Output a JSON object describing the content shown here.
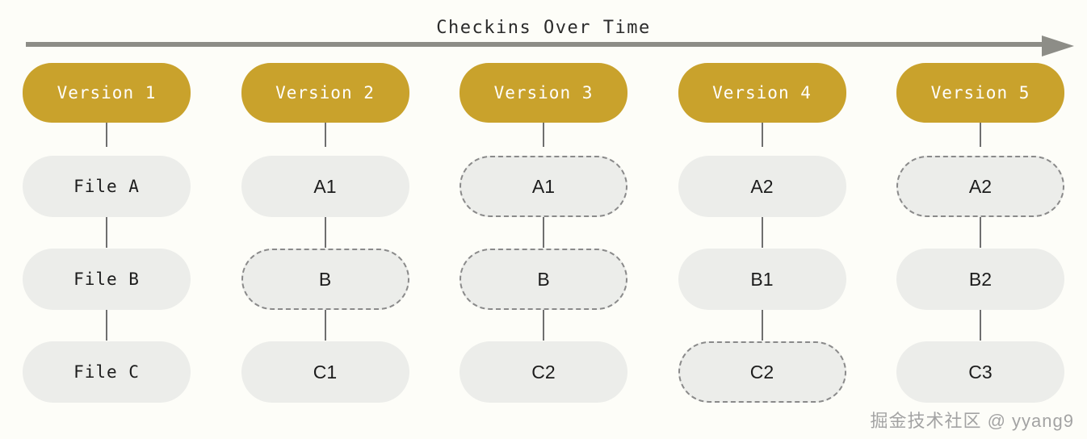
{
  "diagram": {
    "title": "Checkins Over Time",
    "arrow_icon": "right-arrow-icon",
    "background_color": "#fdfdf8",
    "version_pill_color": "#c9a22c",
    "node_fill_color": "#ecedea",
    "node_dashed_border_color": "#8a8a8a",
    "connector_color": "#6f6f6f",
    "arrow_color": "#8d8d87",
    "columns": [
      {
        "version_label": "Version 1",
        "nodes": [
          {
            "label": "File A",
            "style": "solid",
            "font": "mono"
          },
          {
            "label": "File B",
            "style": "solid",
            "font": "mono"
          },
          {
            "label": "File C",
            "style": "solid",
            "font": "mono"
          }
        ]
      },
      {
        "version_label": "Version 2",
        "nodes": [
          {
            "label": "A1",
            "style": "solid",
            "font": "sans"
          },
          {
            "label": "B",
            "style": "dashed",
            "font": "sans"
          },
          {
            "label": "C1",
            "style": "solid",
            "font": "sans"
          }
        ]
      },
      {
        "version_label": "Version 3",
        "nodes": [
          {
            "label": "A1",
            "style": "dashed",
            "font": "sans"
          },
          {
            "label": "B",
            "style": "dashed",
            "font": "sans"
          },
          {
            "label": "C2",
            "style": "solid",
            "font": "sans"
          }
        ]
      },
      {
        "version_label": "Version 4",
        "nodes": [
          {
            "label": "A2",
            "style": "solid",
            "font": "sans"
          },
          {
            "label": "B1",
            "style": "solid",
            "font": "sans"
          },
          {
            "label": "C2",
            "style": "dashed",
            "font": "sans"
          }
        ]
      },
      {
        "version_label": "Version 5",
        "nodes": [
          {
            "label": "A2",
            "style": "dashed",
            "font": "sans"
          },
          {
            "label": "B2",
            "style": "solid",
            "font": "sans"
          },
          {
            "label": "C3",
            "style": "solid",
            "font": "sans"
          }
        ]
      }
    ]
  },
  "watermark": {
    "text": "掘金技术社区 @ yyang9"
  }
}
